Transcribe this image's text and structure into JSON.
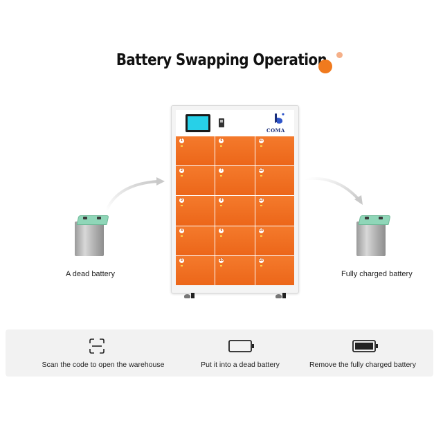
{
  "title": "Battery Swapping Operation",
  "logo_text": "COMA",
  "left_battery_label": "A dead battery",
  "right_battery_label": "Fully charged battery",
  "compartments": [
    "1",
    "6",
    "11",
    "2",
    "7",
    "12",
    "3",
    "8",
    "13",
    "4",
    "9",
    "14",
    "5",
    "10",
    "15"
  ],
  "steps": [
    {
      "label": "Scan the code to open the warehouse",
      "icon": "scan-icon"
    },
    {
      "label": "Put it into a dead battery",
      "icon": "empty-battery-icon"
    },
    {
      "label": "Remove the fully charged battery",
      "icon": "full-battery-icon"
    }
  ],
  "colors": {
    "door_orange": "#f26e21",
    "accent_dot": "#f07a1e",
    "screen_cyan": "#27d0e8",
    "battery_top_green": "#8fd6b8",
    "panel_gray": "#f2f2f2"
  }
}
